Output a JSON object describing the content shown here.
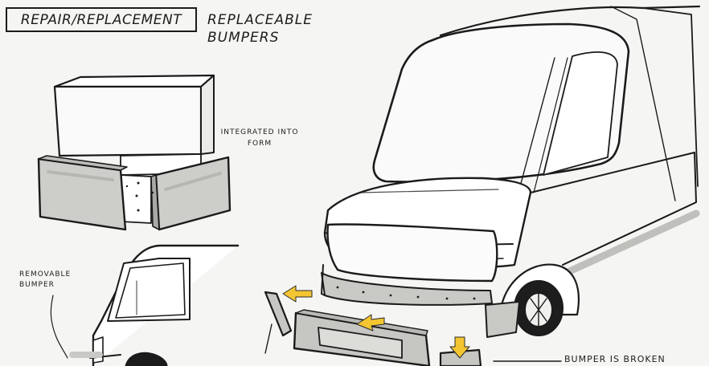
{
  "header": {
    "tag_label": "REPAIR/REPLACEMENT",
    "title_line1": "REPLACEABLE",
    "title_line2": "BUMPERS"
  },
  "annotations": {
    "integrated_line1": "INTEGRATED INTO",
    "integrated_line2": "FORM",
    "removable_line1": "REMOVABLE",
    "removable_line2": "BUMPER",
    "broken_note": "BUMPER IS BROKEN"
  },
  "colors": {
    "ink": "#1b1b1b",
    "paper": "#f5f5f3",
    "bumper_gray": "#c9c9c5",
    "arrow_yellow": "#f3c531"
  }
}
